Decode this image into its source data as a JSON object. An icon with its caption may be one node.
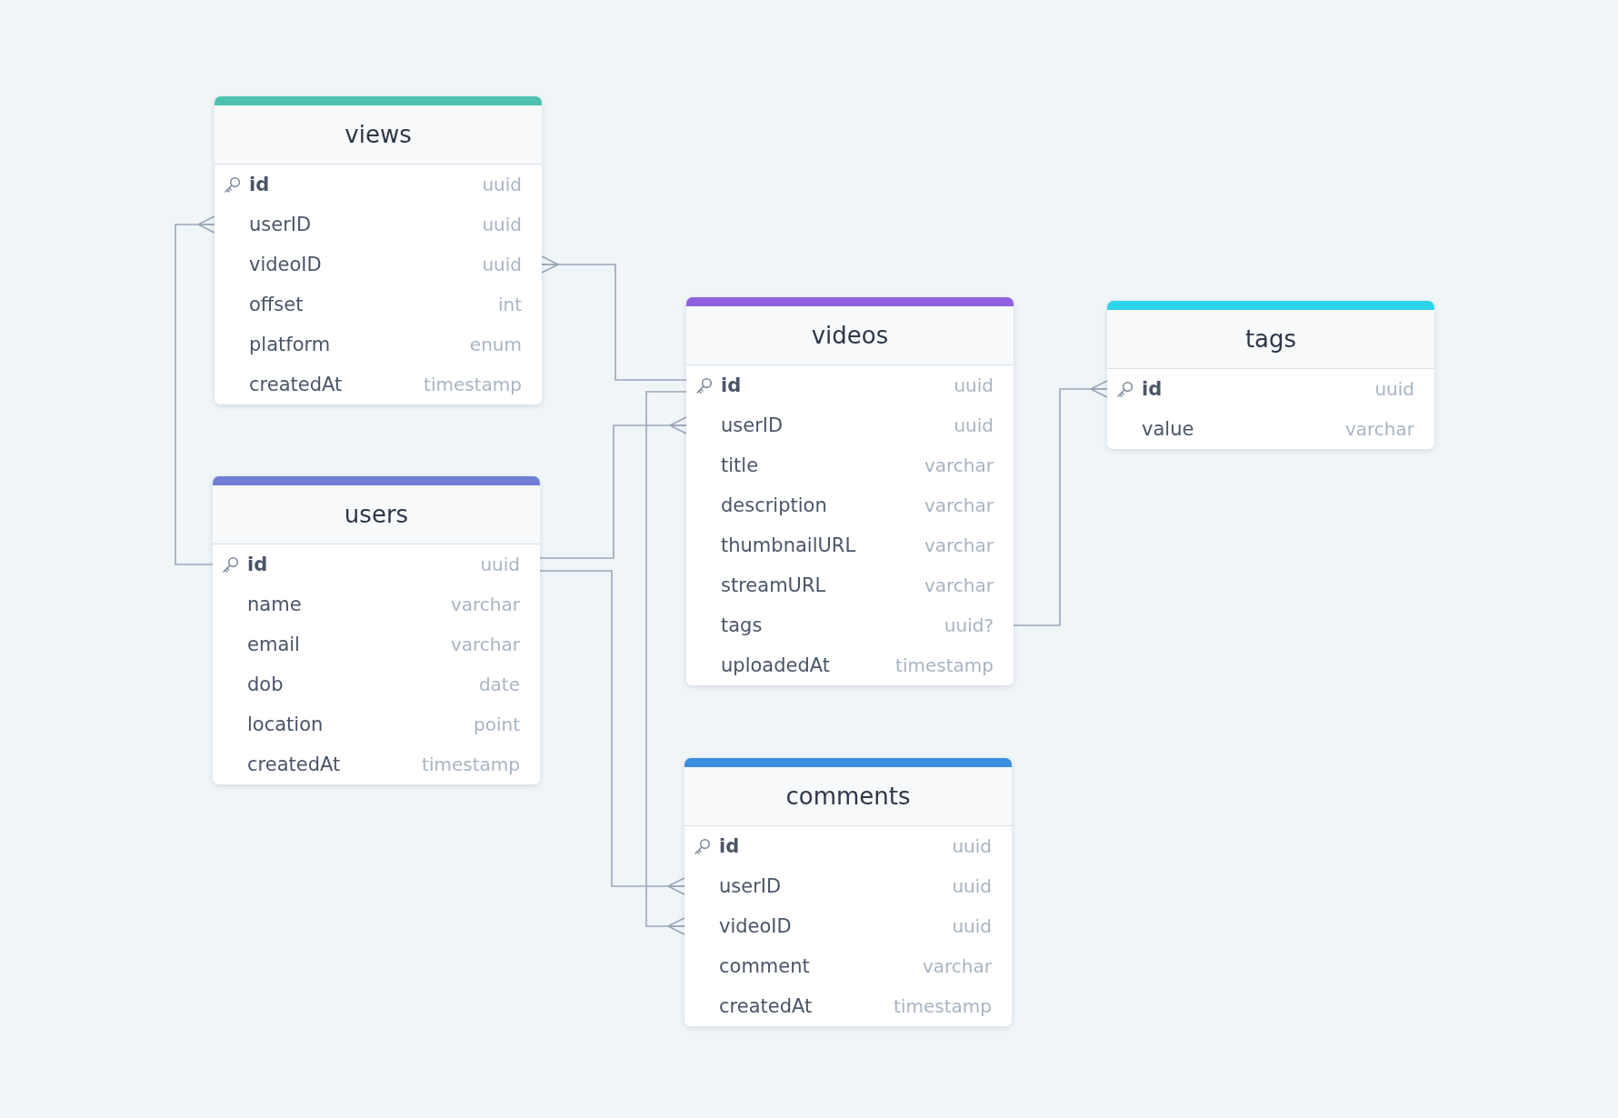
{
  "diagram": {
    "nodes": [
      {
        "text": [
          "views"
        ]
      },
      {
        "text": [
          "id",
          "uuid"
        ],
        "in": 0
      },
      {
        "text": [
          "userID",
          "uuid"
        ],
        "in": 0
      },
      {
        "text": [
          "videoID",
          "uuid"
        ],
        "in": 0
      },
      {
        "text": [
          "offset",
          "int"
        ],
        "in": 0
      },
      {
        "text": [
          "platform",
          "enum"
        ],
        "in": 0
      },
      {
        "text": [
          "createdAt",
          "timestamp"
        ],
        "in": 0
      },
      {
        "text": [
          "videos"
        ]
      },
      {
        "text": [
          "id",
          "uuid"
        ],
        "in": 7
      },
      {
        "text": [
          "userID",
          "uuid"
        ],
        "in": 7
      },
      {
        "text": [
          "title",
          "varchar"
        ],
        "in": 7
      },
      {
        "text": [
          "description",
          "varchar"
        ],
        "in": 7
      },
      {
        "text": [
          "thumbnailURL",
          "varchar"
        ],
        "in": 7
      },
      {
        "text": [
          "streamURL",
          "varchar"
        ],
        "in": 7
      },
      {
        "text": [
          "tags",
          "uuid?"
        ],
        "in": 7
      },
      {
        "text": [
          "uploadedAt",
          "timestamp"
        ],
        "in": 7
      },
      {
        "text": [
          "tags"
        ]
      },
      {
        "text": [
          "id",
          "uuid"
        ],
        "in": 16
      },
      {
        "text": [
          "value",
          "varchar"
        ],
        "in": 16
      },
      {
        "text": [
          "users"
        ]
      },
      {
        "text": [
          "id",
          "uuid"
        ],
        "in": 19
      },
      {
        "text": [
          "name",
          "varchar"
        ],
        "in": 19
      },
      {
        "text": [
          "email",
          "varchar"
        ],
        "in": 19
      },
      {
        "text": [
          "dob",
          "date"
        ],
        "in": 19
      },
      {
        "text": [
          "location",
          "point"
        ],
        "in": 19
      },
      {
        "text": [
          "createdAt",
          "timestamp"
        ],
        "in": 19
      },
      {
        "text": [
          "comments"
        ]
      },
      {
        "text": [
          "id",
          "uuid"
        ],
        "in": 26
      },
      {
        "text": [
          "userID",
          "uuid"
        ],
        "in": 26
      },
      {
        "text": [
          "videoID",
          "uuid"
        ],
        "in": 26
      },
      {
        "text": [
          "comment",
          "varchar"
        ],
        "in": 26
      },
      {
        "text": [
          "createdAt",
          "timestamp"
        ],
        "in": 26
      }
    ],
    "edges": [
      {
        "from": 20,
        "to": 2,
        "arrow": "other"
      },
      {
        "from": 8,
        "to": 3,
        "arrow": "other"
      },
      {
        "from": 20,
        "to": 9,
        "arrow": "other"
      },
      {
        "from": 20,
        "to": 28,
        "arrow": "other"
      },
      {
        "from": 8,
        "to": 29,
        "arrow": "other"
      },
      {
        "from": 14,
        "to": 17,
        "arrow": "other"
      }
    ]
  }
}
